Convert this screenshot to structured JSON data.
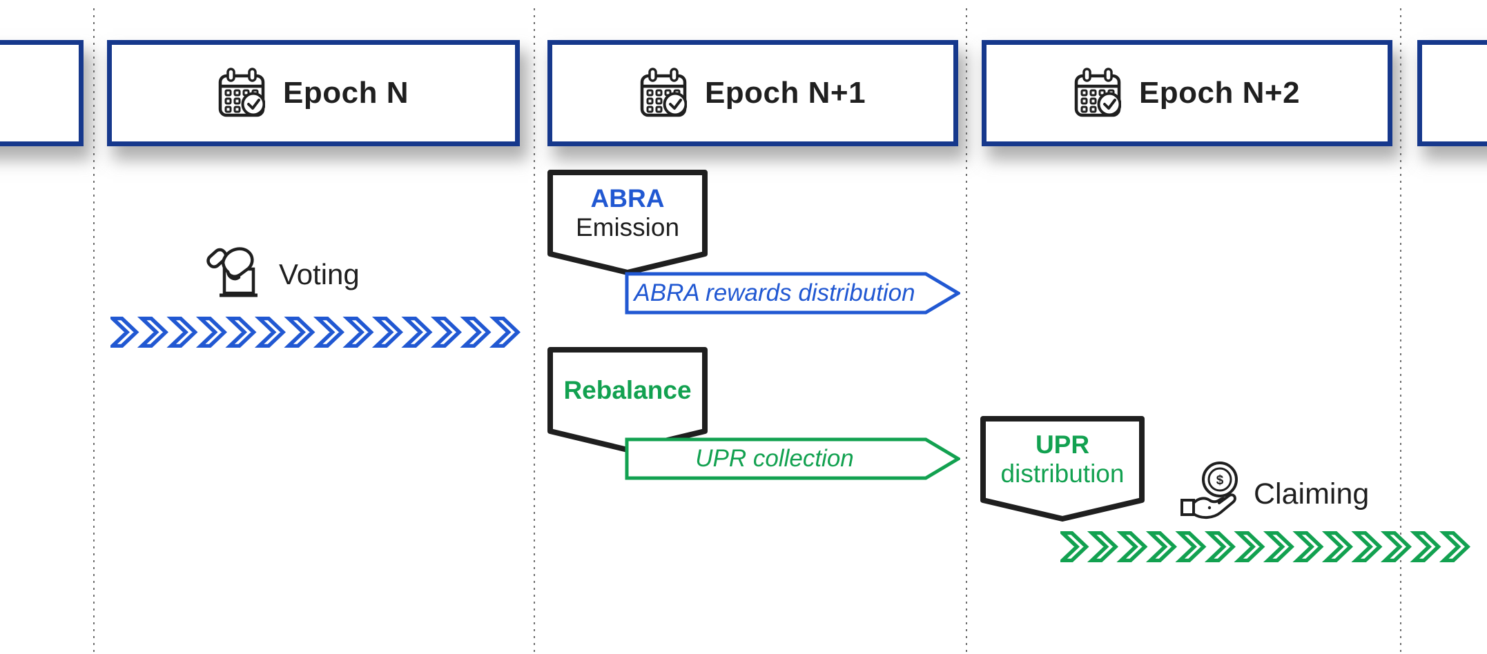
{
  "colors": {
    "navy": "#16388c",
    "blue": "#2158d2",
    "green": "#12a150",
    "ink": "#1f1f1f",
    "divider": "#6e6e6e"
  },
  "header": {
    "epochs": [
      {
        "label": "Epoch N",
        "icon": "calendar-check-icon"
      },
      {
        "label": "Epoch N+1",
        "icon": "calendar-check-icon"
      },
      {
        "label": "Epoch N+2",
        "icon": "calendar-check-icon"
      }
    ],
    "partial_box_left": "",
    "partial_box_right": ""
  },
  "epoch_n_lane": {
    "voting_label": "Voting",
    "voting_icon": "ballot-hand-icon",
    "timeline_arrow": {
      "icon": "chevron-strip",
      "direction": "right",
      "color_ref": "blue",
      "chevron_count": 14
    }
  },
  "epoch_n1_lane": {
    "abra_banner": {
      "title": "ABRA",
      "subtitle": "Emission"
    },
    "abra_arrow_label": "ABRA rewards distribution",
    "rebalance_banner": {
      "title": "Rebalance"
    },
    "upr_arrow_label": "UPR collection"
  },
  "epoch_n2_lane": {
    "upr_banner": {
      "title": "UPR",
      "subtitle": "distribution"
    },
    "claiming_label": "Claiming",
    "claiming_icon": "coin-hand-icon",
    "timeline_arrow": {
      "icon": "chevron-strip",
      "direction": "right",
      "color_ref": "green",
      "chevron_count": 14
    }
  }
}
